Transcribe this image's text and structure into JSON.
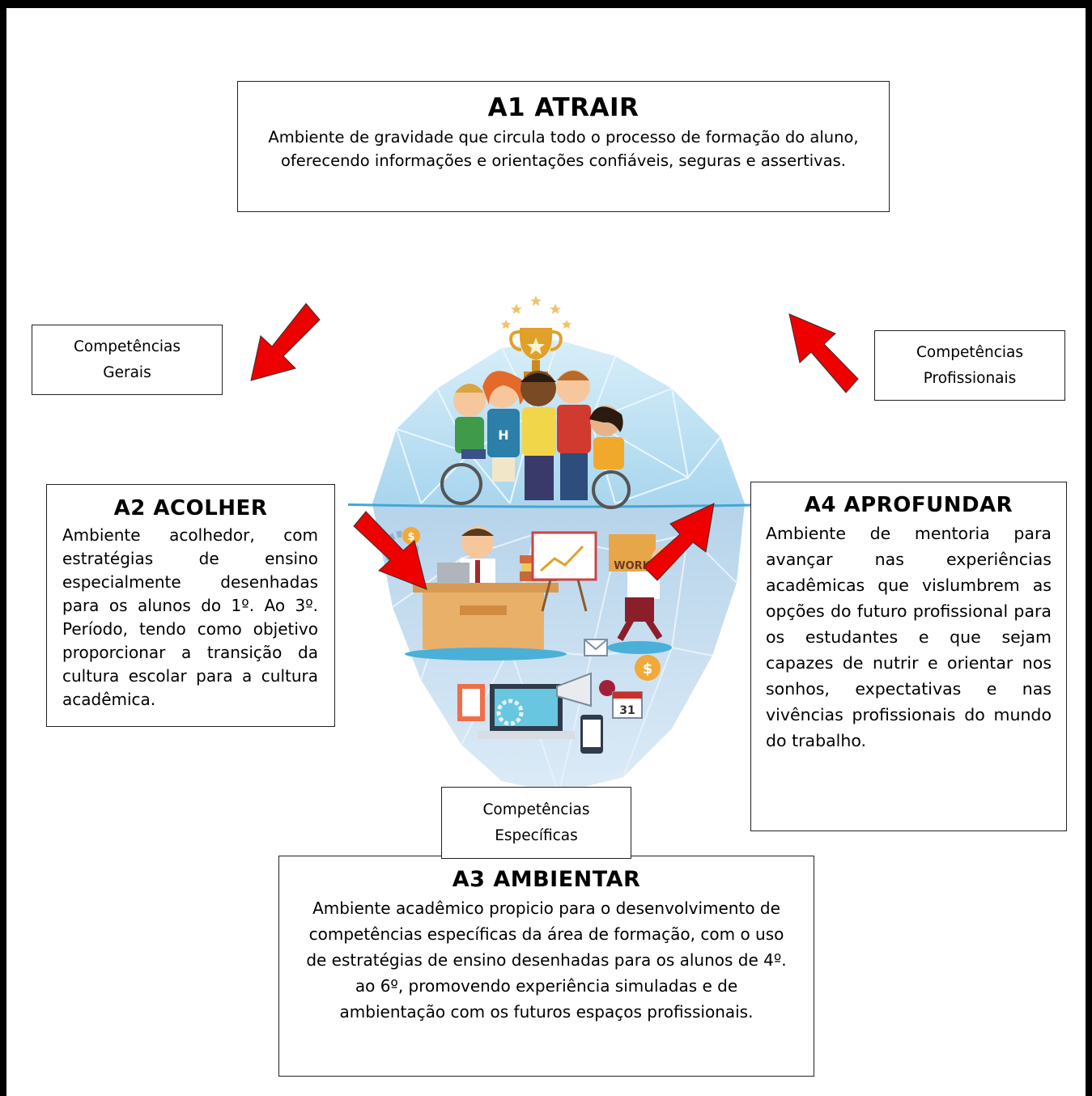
{
  "a1": {
    "title": "A1 ATRAIR",
    "text": "Ambiente de gravidade que circula todo o processo de formação do aluno, oferecendo informações e orientações confiáveis, seguras e assertivas."
  },
  "a2": {
    "title": "A2 ACOLHER",
    "text": "Ambiente acolhedor, com estratégias de ensino especialmente desenhadas para os alunos do 1º. Ao 3º. Período, tendo como objetivo proporcionar a transição da cultura escolar para a cultura acadêmica."
  },
  "a3": {
    "title": "A3 AMBIENTAR",
    "text": "Ambiente acadêmico propicio para o desenvolvimento de competências específicas da área de formação, com o uso de estratégias de ensino desenhadas para os alunos de 4º. ao 6º, promovendo experiência simuladas e de ambientação com os futuros espaços profissionais."
  },
  "a4": {
    "title": "A4 APROFUNDAR",
    "text": "Ambiente de mentoria para avançar nas experiências acadêmicas que vislumbrem as opções do futuro profissional para os estudantes e que sejam capazes de nutrir e orientar nos sonhos, expectativas e nas vivências profissionais do mundo do trabalho."
  },
  "labels": {
    "gerais": "Competências\nGerais",
    "profissionais": "Competências\nProfissionais",
    "especificas": "Competências\nEspecíficas"
  },
  "illustration": {
    "work_sign": "WORK",
    "calendar_day": "31",
    "coin_symbol": "$",
    "shirt_letter": "H"
  },
  "colors": {
    "arrow": "#ee0000",
    "iceberg_top": "#b9dff2",
    "iceberg_bottom": "#a8cce6",
    "waterline": "#3fa9d4"
  }
}
